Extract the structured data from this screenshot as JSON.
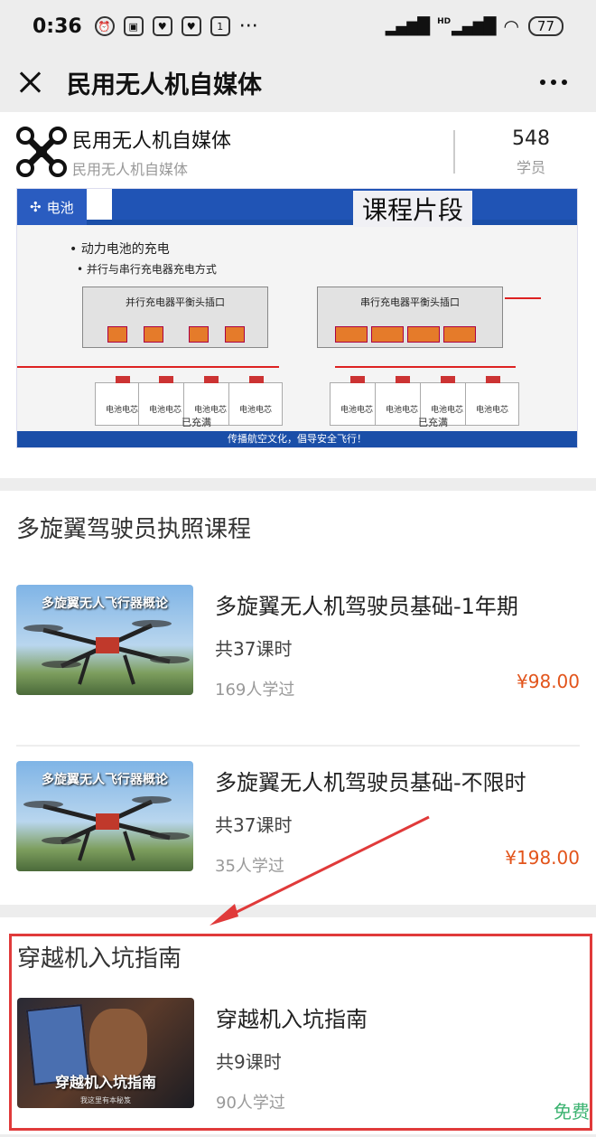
{
  "status_bar": {
    "time": "0:36",
    "icons": [
      "alarm-icon",
      "app-icon",
      "heart-icon",
      "heart-icon",
      "window-icon"
    ],
    "more": "···",
    "network": "HD",
    "battery": "77"
  },
  "nav": {
    "title": "民用无人机自媒体"
  },
  "shop": {
    "name": "民用无人机自媒体",
    "subtitle": "民用无人机自媒体",
    "students_count": "548",
    "students_label": "学员"
  },
  "banner": {
    "brand": "电池",
    "title": "课程片段",
    "bullet1": "• 动力电池的充电",
    "bullet2": "• 并行与串行充电器充电方式",
    "panel_left": "并行充电器平衡头插口",
    "panel_right": "串行充电器平衡头插口",
    "cell_label": "电池电芯",
    "charged": "已充满",
    "footer": "传播航空文化，倡导安全飞行！"
  },
  "sections": [
    {
      "title": "多旋翼驾驶员执照课程",
      "courses": [
        {
          "thumb_caption": "多旋翼无人飞行器概论",
          "title": "多旋翼无人机驾驶员基础-1年期",
          "lessons": "共37课时",
          "learners": "169人学过",
          "price": "¥98.00"
        },
        {
          "thumb_caption": "多旋翼无人飞行器概论",
          "title": "多旋翼无人机驾驶员基础-不限时",
          "lessons": "共37课时",
          "learners": "35人学过",
          "price": "¥198.00"
        }
      ]
    },
    {
      "title": "穿越机入坑指南",
      "courses": [
        {
          "thumb_caption": "穿越机入坑指南",
          "thumb_small": "我这里有本秘笈",
          "title": "穿越机入坑指南",
          "lessons": "共9课时",
          "learners": "90人学过",
          "price": "免费"
        }
      ]
    }
  ],
  "colors": {
    "price": "#e2541b",
    "free": "#3cb371",
    "highlight": "#e03a3a",
    "banner_blue": "#2054b5"
  }
}
